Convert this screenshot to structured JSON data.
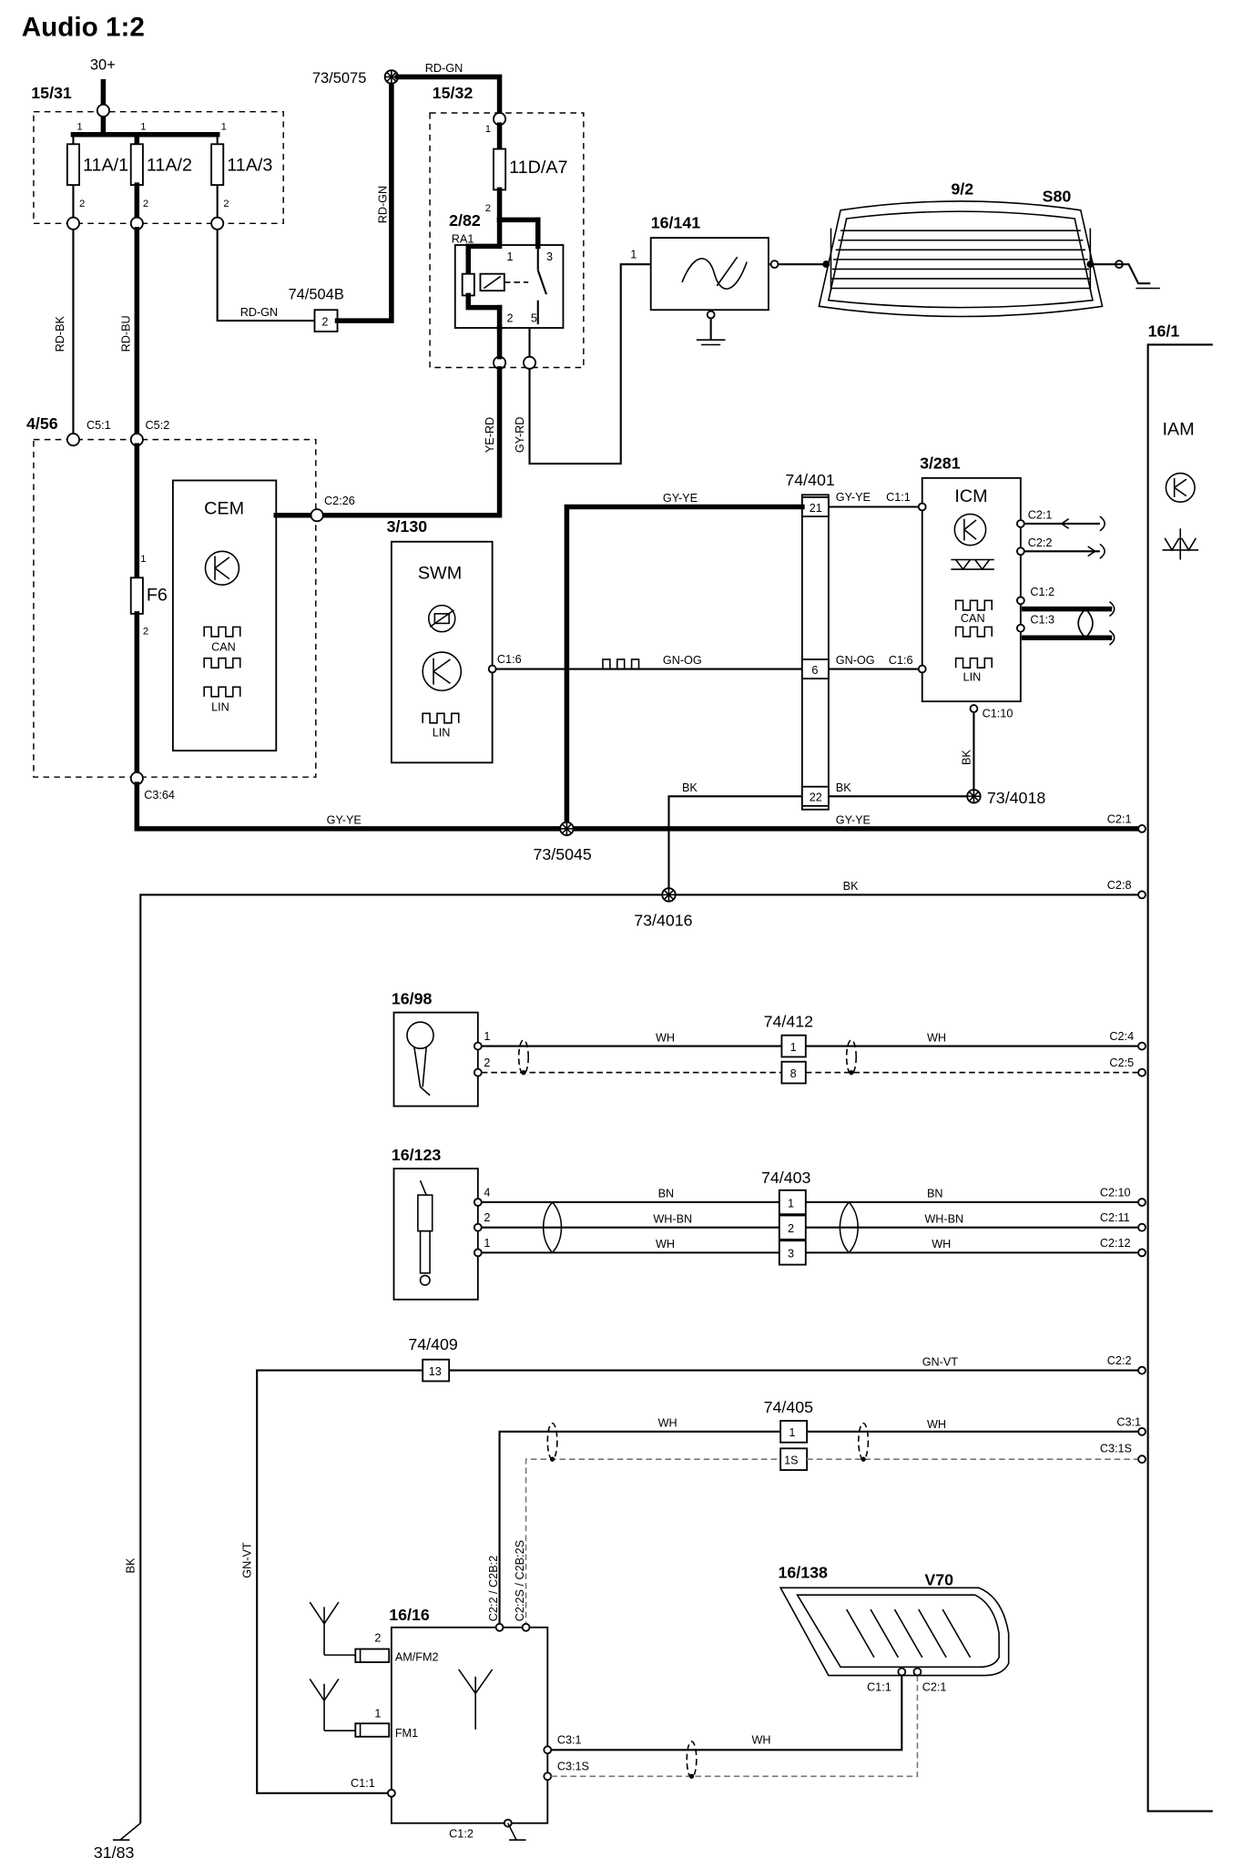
{
  "title": "Audio 1:2",
  "supply": {
    "label": "30+"
  },
  "fusebox_15_31": {
    "id": "15/31",
    "fuses": [
      "11A/1",
      "11A/2",
      "11A/3"
    ],
    "pin_top": "1",
    "pin_bottom": "2"
  },
  "fusebox_15_32": {
    "id": "15/32",
    "fuse": "11D/A7",
    "pin_top": "1",
    "pin_bottom": "2"
  },
  "relay": {
    "id": "2/82",
    "name": "RA1",
    "pins": [
      "1",
      "3",
      "2",
      "5"
    ]
  },
  "cem": {
    "id": "4/56",
    "name": "CEM",
    "fuse": "F6",
    "fuse_pins": [
      "1",
      "2"
    ],
    "pins": {
      "c5_1": "C5:1",
      "c5_2": "C5:2",
      "c2_26": "C2:26",
      "c3_64": "C3:64"
    },
    "signals": [
      "CAN",
      "LIN"
    ]
  },
  "swm": {
    "id": "3/130",
    "name": "SWM",
    "pin": "C1:6",
    "signal": "LIN"
  },
  "icm": {
    "id": "3/281",
    "name": "ICM",
    "pins": {
      "c1_1": "C1:1",
      "c1_6": "C1:6",
      "c1_10": "C1:10",
      "c2_1": "C2:1",
      "c2_2": "C2:2",
      "c1_2": "C1:2",
      "c1_3": "C1:3"
    },
    "signals": [
      "CAN",
      "LIN"
    ]
  },
  "iam": {
    "id": "16/1",
    "name": "IAM",
    "pins": [
      "C2:1",
      "C2:8",
      "C2:4",
      "C2:5",
      "C2:10",
      "C2:11",
      "C2:12",
      "C2:2",
      "C3:1",
      "C3:1S"
    ]
  },
  "filter": {
    "id": "16/141",
    "pin": "1"
  },
  "window_antenna": {
    "id": "9/2",
    "model": "S80"
  },
  "connectors": {
    "c504b": {
      "id": "74/504B",
      "pin": "2"
    },
    "c401": {
      "id": "74/401",
      "pins": [
        "21",
        "6",
        "22"
      ]
    },
    "c412": {
      "id": "74/412",
      "pins": [
        "1",
        "8"
      ]
    },
    "c403": {
      "id": "74/403",
      "pins": [
        "1",
        "2",
        "3"
      ]
    },
    "c409": {
      "id": "74/409",
      "pin": "13"
    },
    "c405": {
      "id": "74/405",
      "pins": [
        "1",
        "1S"
      ]
    }
  },
  "splices": {
    "s5075": "73/5075",
    "s5045": "73/5045",
    "s4016": "73/4016",
    "s4018": "73/4018"
  },
  "ground": {
    "id": "31/83"
  },
  "mic": {
    "id": "16/98",
    "pins": [
      "1",
      "2"
    ]
  },
  "aux": {
    "id": "16/123",
    "pins": [
      "4",
      "2",
      "1"
    ]
  },
  "radio": {
    "id": "16/16",
    "pins": {
      "am": "AM/FM2",
      "fm": "FM1",
      "c3_1": "C3:1",
      "c3_1s": "C3:1S",
      "c1_1": "C1:1",
      "c1_2": "C1:2",
      "c22": "C2:2 / C2B:2",
      "c22s": "C2:2S / C2B:2S"
    },
    "ant_pins": [
      "2",
      "1"
    ]
  },
  "rear_antenna": {
    "id": "16/138",
    "model": "V70",
    "pins": [
      "C1:1",
      "C2:1"
    ]
  },
  "wire_colors": {
    "rd_gn": "RD-GN",
    "rd_bk": "RD-BK",
    "rd_bu": "RD-BU",
    "ye_rd": "YE-RD",
    "gy_rd": "GY-RD",
    "gy_ye": "GY-YE",
    "gn_og": "GN-OG",
    "bk": "BK",
    "wh": "WH",
    "bn": "BN",
    "wh_bn": "WH-BN",
    "gn_vt": "GN-VT"
  }
}
